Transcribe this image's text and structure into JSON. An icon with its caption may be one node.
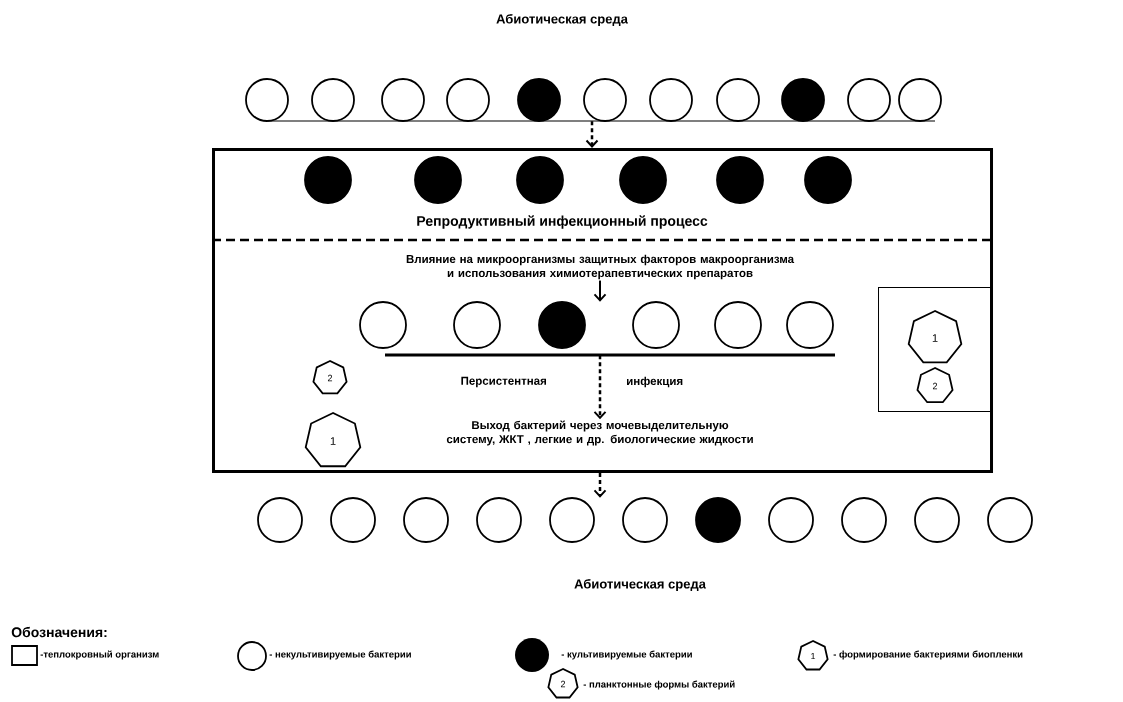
{
  "diagram": {
    "nodes": [
      {
        "text": [],
        "shape": "circle"
      },
      {
        "text": [],
        "shape": "box"
      },
      {
        "text": [
          "Влияние на микроорганизмы защитных факторов макроорганизма и использования химиотерапевтических препаратов"
        ],
        "in": 1
      },
      {
        "text": [],
        "shape": "circle",
        "in": 1
      },
      {
        "text": [
          "2"
        ],
        "in": 1
      },
      {
        "text": [
          "Выход бактерий через мочевыделительную систему, ЖКТ , легкие и др. биологические жидкости"
        ],
        "in": 1
      },
      {
        "text": [
          "1"
        ],
        "in": 1
      },
      {
        "text": [],
        "shape": "box",
        "in": 1
      },
      {
        "text": [
          "1"
        ],
        "in": 7
      },
      {
        "text": [
          "2"
        ],
        "in": 7
      },
      {
        "text": [],
        "shape": "circle"
      }
    ],
    "edges": [
      {
        "from": 0,
        "to": 1,
        "arrow": "to",
        "style": "dashed"
      },
      {
        "from": 2,
        "to": 3,
        "arrow": "to"
      },
      {
        "from": 3,
        "to": 5,
        "arrow": "to",
        "style": "dashed"
      },
      {
        "from": 1,
        "to": 10,
        "arrow": "to",
        "style": "dashed"
      }
    ],
    "labels": [
      "Абиотическая среда",
      "Репродуктивный инфекционный процесс",
      "Персистентная",
      "инфекция",
      "Абиотическая среда",
      "Обозначения:",
      "1",
      "2"
    ],
    "legend": [
      {
        "text": "-теплокровный организм"
      },
      {
        "text": "- некультивируемые бактерии"
      },
      {
        "text": "- культивируемые бактерии"
      },
      {
        "text": "- формирование бактериями биопленки"
      },
      {
        "text": "- планктонные формы бактерий"
      }
    ]
  }
}
